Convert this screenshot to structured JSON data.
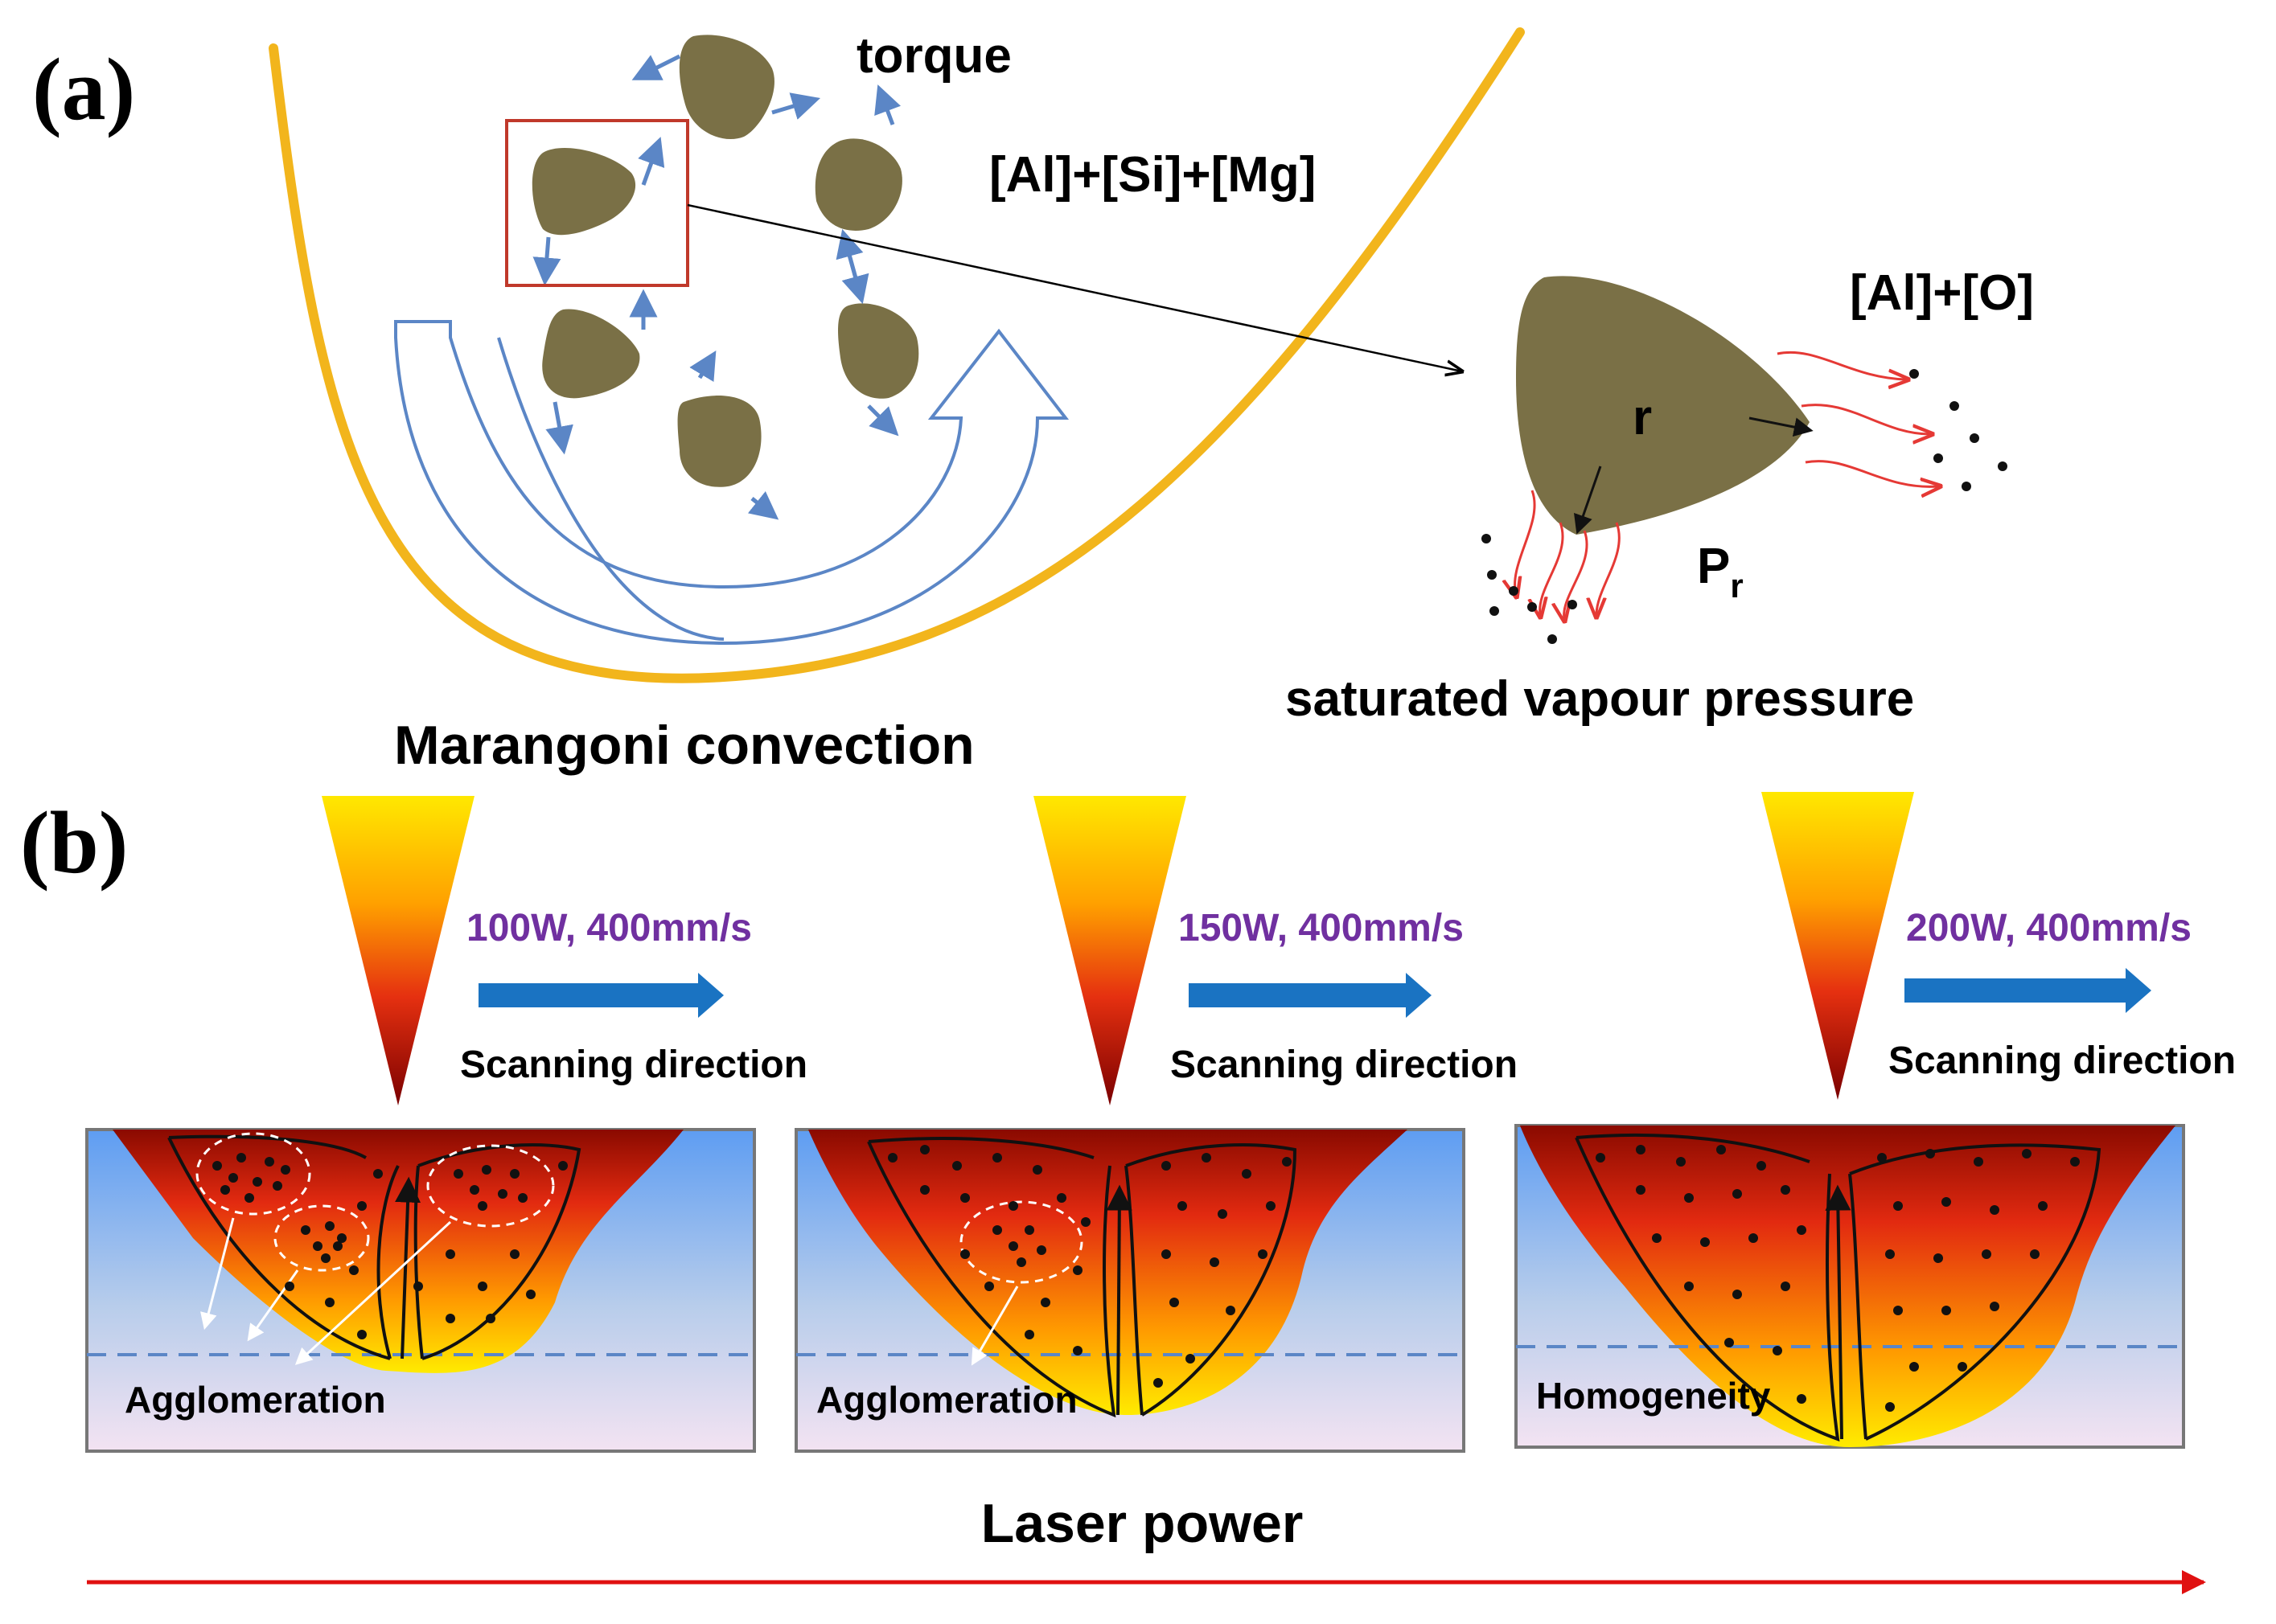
{
  "panel_a": {
    "label": "(a)",
    "torque_label": "torque",
    "elements_label": "[Al]+[Si]+[Mg]",
    "convection_label": "Marangoni convection",
    "products_label": "[Al]+[O]",
    "radius_label": "r",
    "pressure_symbol": "P",
    "pressure_subscript": "r",
    "pressure_caption": "saturated vapour pressure"
  },
  "panel_b": {
    "label": "(b)",
    "scan_label": "Scanning direction",
    "axis_label": "Laser power",
    "pools": [
      {
        "params": "100W, 400mm/s",
        "state": "Agglomeration"
      },
      {
        "params": "150W, 400mm/s",
        "state": "Agglomeration"
      },
      {
        "params": "200W, 400mm/s",
        "state": "Homogeneity"
      }
    ]
  },
  "colors": {
    "pool_curve": "#F2B51C",
    "particle": "#7A7046",
    "flow_arrow": "#5B86C6",
    "zoom_box": "#C0392B",
    "vapour_arrow": "#E53935",
    "params_text": "#7030A0",
    "scan_arrow": "#1A73C2",
    "power_arrow": "#E01010"
  }
}
